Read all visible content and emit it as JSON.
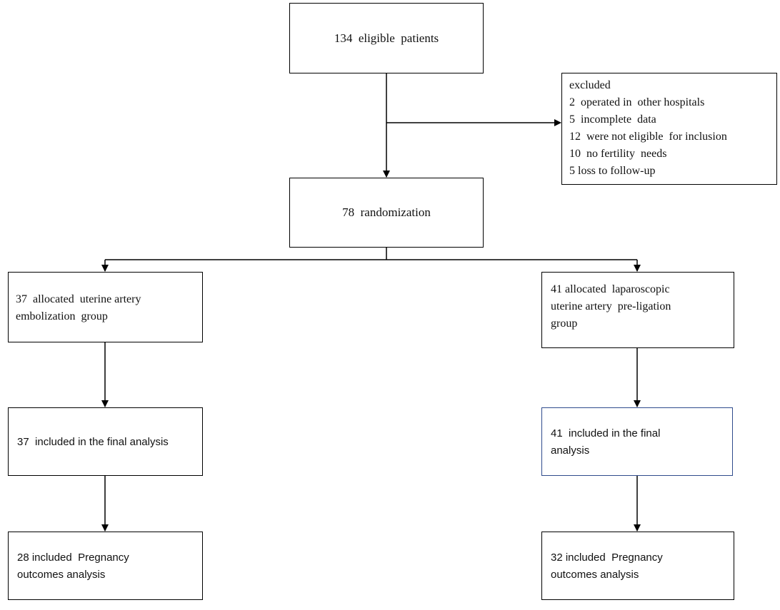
{
  "eligible": {
    "text": "134  eligible  patients"
  },
  "excluded": {
    "lines": [
      "excluded",
      "2  operated in  other hospitals",
      "5  incomplete  data",
      "12  were not eligible  for inclusion",
      "10  no fertility  needs",
      "5 loss to follow-up"
    ]
  },
  "randomization": {
    "text": "78  randomization"
  },
  "left": {
    "allocated": [
      "37  allocated  uterine artery",
      "embolization  group"
    ],
    "final": [
      "37  included in the final analysis"
    ],
    "pregnancy": [
      "28 included  Pregnancy",
      "outcomes analysis"
    ]
  },
  "right": {
    "allocated": [
      "41 allocated  laparoscopic",
      "uterine artery  pre-ligation",
      "group"
    ],
    "final": [
      "41  included in the final",
      "analysis"
    ],
    "pregnancy": [
      "32 included  Pregnancy",
      "outcomes analysis"
    ]
  }
}
